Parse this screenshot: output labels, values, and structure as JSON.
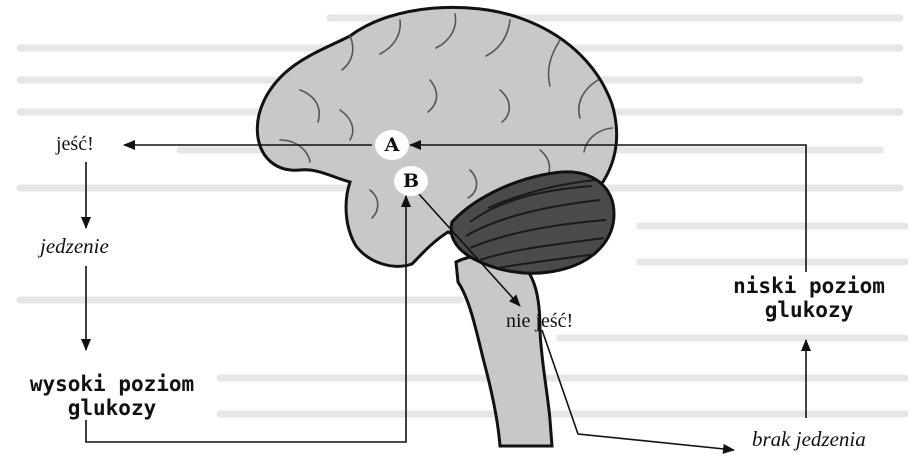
{
  "labels": {
    "eat": "jeść!",
    "food": "jedzenie",
    "high_glucose": "wysoki poziom glukozy",
    "dont_eat": "nie jeść!",
    "low_glucose": "niski poziom glukozy",
    "no_food": "brak jedzenia"
  },
  "nodes": {
    "a": "A",
    "b": "B"
  },
  "colors": {
    "brain_fill": "#c8c8c8",
    "cerebellum_fill": "#4a4a4a",
    "ink": "#111111"
  }
}
